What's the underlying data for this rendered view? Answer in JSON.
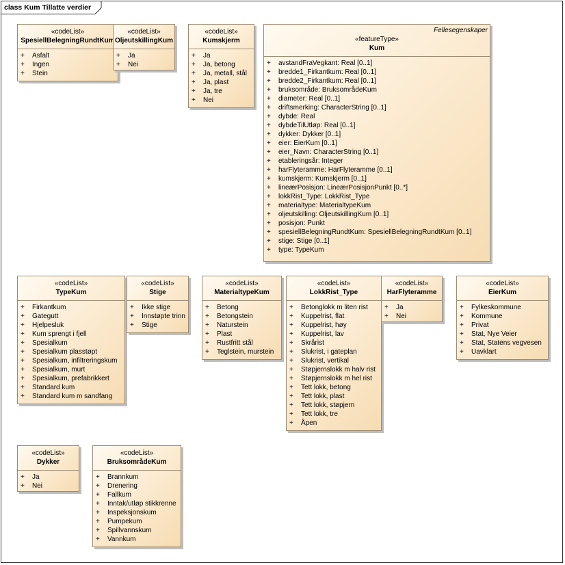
{
  "frame": {
    "title": "class Kum Tillatte verdier"
  },
  "plus": "+",
  "classes": {
    "spesiell": {
      "stereotype": "«codeList»",
      "name": "SpesiellBelegningRundtKum",
      "items": [
        "Asfalt",
        "Ingen",
        "Stein"
      ]
    },
    "oljeut": {
      "stereotype": "«codeList»",
      "name": "OljeutskillingKum",
      "items": [
        "Ja",
        "Nei"
      ]
    },
    "kumskjerm": {
      "stereotype": "«codeList»",
      "name": "Kumskjerm",
      "items": [
        "Ja",
        "Ja, betong",
        "Ja, metall, stål",
        "Ja, plast",
        "Ja, tre",
        "Nei"
      ]
    },
    "kum": {
      "tag": "Fellesegenskaper",
      "stereotype": "«featureType»",
      "name": "Kum",
      "items": [
        "avstandFraVegkant: Real [0..1]",
        "bredde1_Firkantkum: Real [0..1]",
        "bredde2_Firkantkum: Real [0..1]",
        "bruksområde: BruksområdeKum",
        "diameter: Real [0..1]",
        "driftsmerking: CharacterString [0..1]",
        "dybde: Real",
        "dybdeTilUtløp: Real [0..1]",
        "dykker: Dykker [0..1]",
        "eier: EierKum [0..1]",
        "eier_Navn: CharacterString [0..1]",
        "etableringsår: Integer",
        "harFlyteramme: HarFlyteramme [0..1]",
        "kumskjerm: Kumskjerm [0..1]",
        "lineærPosisjon: LineærPosisjonPunkt [0..*]",
        "lokkRist_Type: LokkRist_Type",
        "materialtype: MaterialtypeKum",
        "oljeutskilling: OljeutskillingKum [0..1]",
        "posisjon: Punkt",
        "spesiellBelegningRundtKum: SpesiellBelegningRundtKum [0..1]",
        "stige: Stige [0..1]",
        "type: TypeKum"
      ]
    },
    "typekum": {
      "stereotype": "«codeList»",
      "name": "TypeKum",
      "items": [
        "Firkantkum",
        "Gategutt",
        "Hjelpesluk",
        "Kum sprengt i fjell",
        "Spesialkum",
        "Spesialkum plasstøpt",
        "Spesialkum, infiltreringskum",
        "Spesialkum, murt",
        "Spesialkum, prefabrikkert",
        "Standard kum",
        "Standard kum m sandfang"
      ]
    },
    "stige": {
      "stereotype": "«codeList»",
      "name": "Stige",
      "items": [
        "Ikke stige",
        "Innstøpte trinn",
        "Stige"
      ]
    },
    "materialtype": {
      "stereotype": "«codeList»",
      "name": "MaterialtypeKum",
      "items": [
        "Betong",
        "Betongstein",
        "Naturstein",
        "Plast",
        "Rustfritt stål",
        "Teglstein, murstein"
      ]
    },
    "lokkrist": {
      "stereotype": "«codeList»",
      "name": "LokkRist_Type",
      "items": [
        "Betonglokk m liten rist",
        "Kuppelrist, flat",
        "Kuppelrist, høy",
        "Kuppelrist, lav",
        "Skrårist",
        "Slukrist, i gateplan",
        "Slukrist, vertikal",
        "Støpjernslokk m halv rist",
        "Støpjernslokk m hel rist",
        "Tett lokk, betong",
        "Tett lokk, plast",
        "Tett lokk, støpjern",
        "Tett lokk, tre",
        "Åpen"
      ]
    },
    "harflyteramme": {
      "stereotype": "«codeList»",
      "name": "HarFlyteramme",
      "items": [
        "Ja",
        "Nei"
      ]
    },
    "eierkum": {
      "stereotype": "«codeList»",
      "name": "EierKum",
      "items": [
        "Fylkeskommune",
        "Kommune",
        "Privat",
        "Stat, Nye Veier",
        "Stat, Statens vegvesen",
        "Uavklart"
      ]
    },
    "dykker": {
      "stereotype": "«codeList»",
      "name": "Dykker",
      "items": [
        "Ja",
        "Nei"
      ]
    },
    "bruksomrade": {
      "stereotype": "«codeList»",
      "name": "BruksområdeKum",
      "items": [
        "Brannkum",
        "Drenering",
        "Fallkum",
        "Inntak/utløp stikkrenne",
        "Inspeksjonskum",
        "Pumpekum",
        "Spillvannskum",
        "Vannkum"
      ]
    }
  }
}
